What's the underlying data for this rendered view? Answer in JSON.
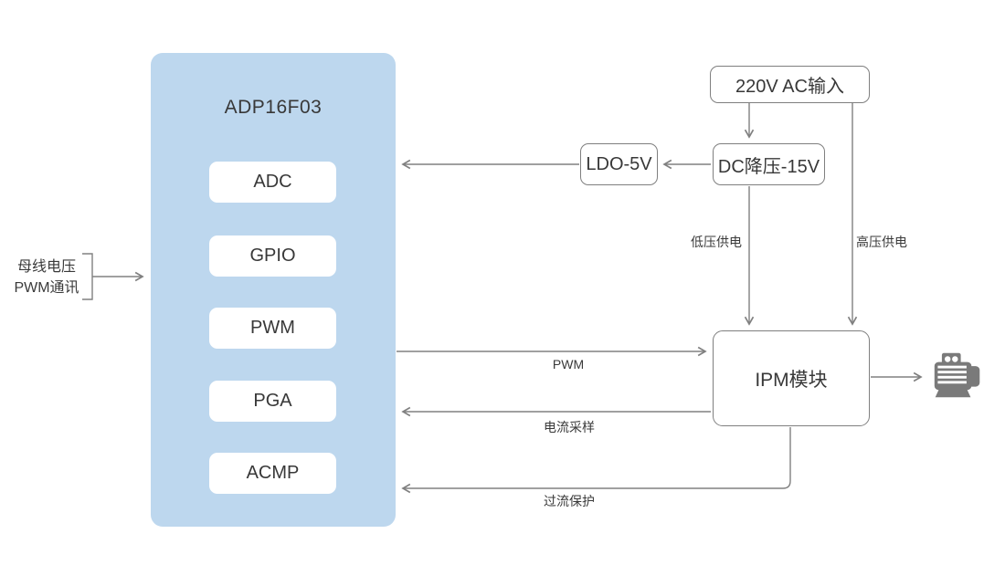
{
  "chip": {
    "title": "ADP16F03",
    "modules": [
      {
        "label": "ADC"
      },
      {
        "label": "GPIO"
      },
      {
        "label": "PWM"
      },
      {
        "label": "PGA"
      },
      {
        "label": "ACMP"
      }
    ]
  },
  "bus_group": {
    "line1": "母线电压",
    "line2": "PWM通讯"
  },
  "nodes": {
    "ac_input": "220V AC输入",
    "dc_buck": "DC降压-15V",
    "ldo": "LDO-5V",
    "ipm": "IPM模块"
  },
  "connector_labels": {
    "low_voltage_supply": "低压供电",
    "high_voltage_supply": "高压供电",
    "pwm": "PWM",
    "current_sampling": "电流采样",
    "overcurrent_protection": "过流保护"
  },
  "icons": {
    "motor": "motor-icon"
  },
  "colors": {
    "chip_fill": "#BDD7EE",
    "box_border": "#7F7F7F",
    "connector": "#808080",
    "text": "#3A3A3A",
    "motor_icon": "#7A7A7A",
    "background": "#FFFFFF"
  }
}
